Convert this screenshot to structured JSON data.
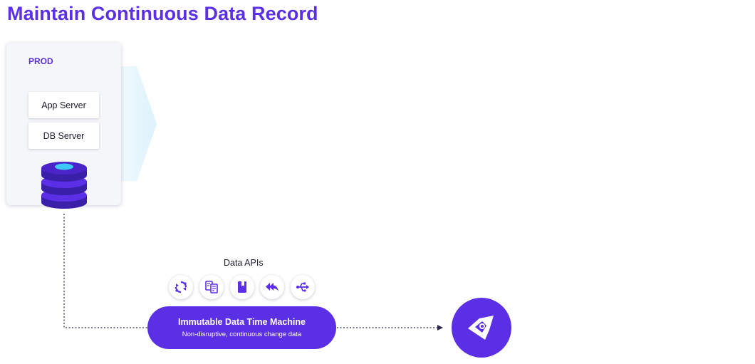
{
  "title": "Maintain Continuous Data Record",
  "prod": {
    "label": "PROD",
    "servers": [
      "App Server",
      "DB Server"
    ],
    "database_icon": "database-stack-icon"
  },
  "data_apis": {
    "label": "Data APIs",
    "icons": [
      "sync-icon",
      "copy-documents-icon",
      "book-icon",
      "reply-all-icon",
      "usb-icon"
    ]
  },
  "time_machine": {
    "title": "Immutable Data Time Machine",
    "subtitle": "Non-disruptive, continuous change data"
  },
  "target": {
    "icon": "brand-logo-icon"
  },
  "colors": {
    "accent": "#5b2fe6",
    "highlight": "#3ec8f5",
    "panel": "#f4f6fa",
    "arrow_fill": "#e4f5fd",
    "text": "#1c1c2c"
  }
}
